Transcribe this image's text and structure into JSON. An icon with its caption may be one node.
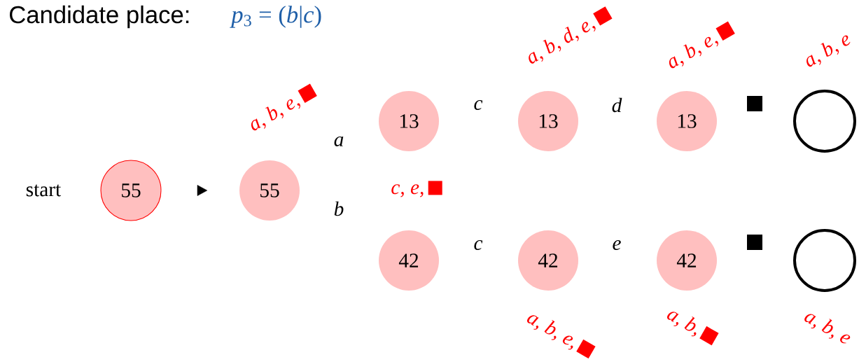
{
  "diagram": {
    "title": "Candidate place:",
    "nodes": [
      {
        "text": [
          "55"
        ],
        "beside": [
          "start"
        ]
      },
      {
        "text": [
          "55"
        ]
      },
      {
        "text": [
          "13"
        ]
      },
      {
        "text": [
          "42"
        ]
      },
      {
        "text": [
          "13"
        ]
      },
      {
        "text": [
          "42"
        ]
      },
      {
        "text": [
          "13"
        ]
      },
      {
        "text": [
          "42"
        ]
      },
      {
        "text": [],
        "shape": "circle"
      },
      {
        "text": [],
        "shape": "circle"
      }
    ],
    "edges": [
      {
        "from": 0,
        "to": 1,
        "arrow": "to"
      }
    ],
    "labels": [
      "*p*$_{3}$ = (*b*|*c*)",
      "a, b, d, e,",
      "a, b, e,",
      "a, b, e",
      "a, b, e,",
      "c",
      "d",
      "a",
      "c, e,",
      "b",
      "c",
      "e",
      "a, b, e,",
      "a, b,",
      "a, b, e"
    ]
  }
}
